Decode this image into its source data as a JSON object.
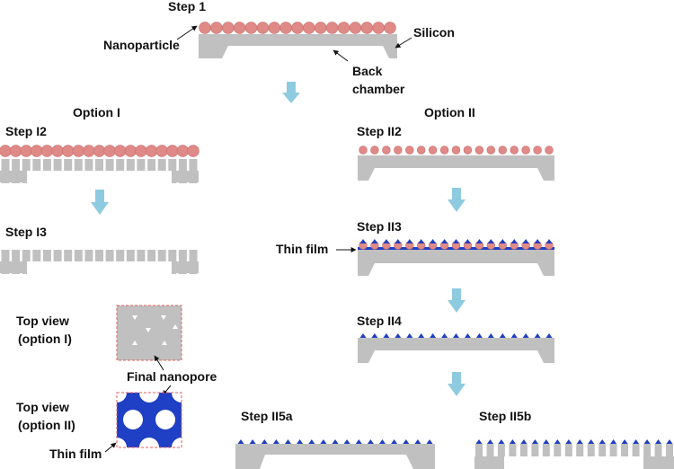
{
  "colors": {
    "silicon": "#c0c0c0",
    "nanoparticle": "#e08a88",
    "nanoparticle_stroke": "#c46c6b",
    "thin_film": "#1f3fc4",
    "arrow": "#8fcbe0",
    "dashed_outline": "#e0605e",
    "pointer": "#111111"
  },
  "labels": {
    "step1": "Step 1",
    "nanoparticle": "Nanoparticle",
    "silicon": "Silicon",
    "back_chamber_line1": "Back",
    "back_chamber_line2": "chamber",
    "option1": "Option I",
    "option2": "Option II",
    "step_i2": "Step I2",
    "step_i3": "Step I3",
    "step_ii2": "Step II2",
    "step_ii3": "Step II3",
    "thin_film_side": "Thin film",
    "step_ii4": "Step II4",
    "top_view_1_line1": "Top view",
    "top_view_1_line2": "(option I)",
    "final_nanopore": "Final nanopore",
    "top_view_2_line1": "Top view",
    "top_view_2_line2": "(option II)",
    "thin_film_bottom": "Thin film",
    "step_ii5a": "Step II5a",
    "step_ii5b": "Step II5b"
  }
}
